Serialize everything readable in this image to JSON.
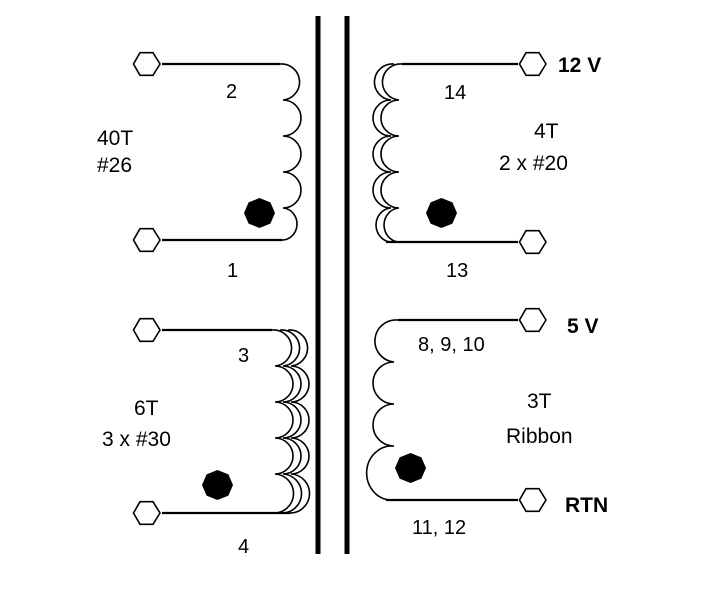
{
  "primary": {
    "pin_top": "2",
    "pin_bottom": "1",
    "turns": "40T",
    "wire": "#26"
  },
  "aux": {
    "pin_top": "3",
    "pin_bottom": "4",
    "turns": "6T",
    "wire": "3 x #30"
  },
  "out12": {
    "pin_top": "14",
    "pin_bottom": "13",
    "turns": "4T",
    "wire": "2 x #20",
    "voltage": "12 V"
  },
  "out5": {
    "pin_top": "8, 9, 10",
    "pin_bottom": "11, 12",
    "turns": "3T",
    "wire": "Ribbon",
    "voltage": "5 V",
    "return": "RTN"
  }
}
